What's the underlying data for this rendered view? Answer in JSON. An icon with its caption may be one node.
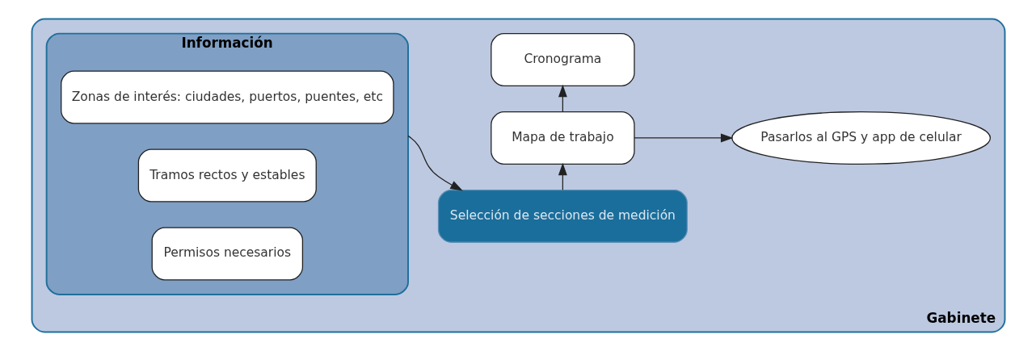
{
  "diagram": {
    "nodes": [
      {
        "text": [
          "Gabinete"
        ]
      },
      {
        "text": [
          "Información"
        ],
        "in": 0
      },
      {
        "text": [
          "Zonas de interés: ciudades, puertos, puentes, etc"
        ],
        "in": 1
      },
      {
        "text": [
          "Tramos rectos y estables"
        ],
        "in": 1
      },
      {
        "text": [
          "Permisos necesarios"
        ],
        "in": 1
      },
      {
        "text": [
          "Selección de secciones de medición"
        ],
        "in": 0
      },
      {
        "text": [
          "Mapa de trabajo"
        ],
        "in": 0
      },
      {
        "text": [
          "Pasarlos al GPS y app de celular"
        ],
        "in": 0
      },
      {
        "text": [
          "Cronograma"
        ],
        "in": 0
      }
    ],
    "edges": [
      {
        "from": 1,
        "to": 5,
        "arrow": "to"
      },
      {
        "from": 5,
        "to": 6,
        "arrow": "to"
      },
      {
        "from": 6,
        "to": 7,
        "arrow": "to"
      },
      {
        "from": 6,
        "to": 8,
        "arrow": "to"
      }
    ]
  }
}
